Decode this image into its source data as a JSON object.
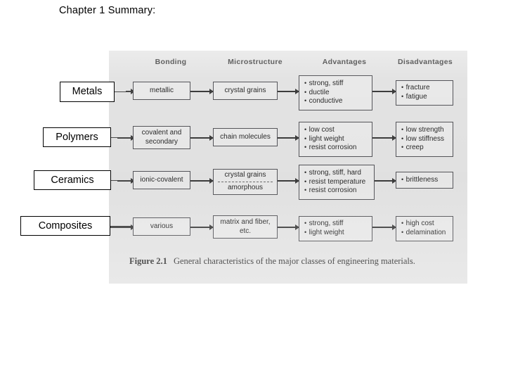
{
  "slide": {
    "title": "Chapter 1 Summary:"
  },
  "figure": {
    "caption_number": "Figure 2.1",
    "caption_text": "General characteristics of the major classes of engineering materials.",
    "columns": [
      {
        "id": "bonding",
        "label": "Bonding"
      },
      {
        "id": "microstructure",
        "label": "Microstructure"
      },
      {
        "id": "advantages",
        "label": "Advantages"
      },
      {
        "id": "disadvantages",
        "label": "Disadvantages"
      }
    ],
    "rows": [
      {
        "class_label": "Metals",
        "bonding": "metallic",
        "microstructure": "crystal grains",
        "advantages": [
          "strong, stiff",
          "ductile",
          "conductive"
        ],
        "disadvantages": [
          "fracture",
          "fatigue"
        ]
      },
      {
        "class_label": "Polymers",
        "bonding": "covalent and secondary",
        "bonding_line1": "covalent and",
        "bonding_line2": "secondary",
        "microstructure": "chain molecules",
        "advantages": [
          "low cost",
          "light weight",
          "resist corrosion"
        ],
        "disadvantages": [
          "low strength",
          "low stiffness",
          "creep"
        ]
      },
      {
        "class_label": "Ceramics",
        "bonding": "ionic-covalent",
        "microstructure_top": "crystal grains",
        "microstructure_bottom": "amorphous",
        "advantages": [
          "strong, stiff, hard",
          "resist temperature",
          "resist corrosion"
        ],
        "disadvantages": [
          "brittleness"
        ]
      },
      {
        "class_label": "Composites",
        "bonding": "various",
        "microstructure_line1": "matrix and fiber,",
        "microstructure_line2": "etc.",
        "advantages": [
          "strong, stiff",
          "light weight"
        ],
        "disadvantages": [
          "high cost",
          "delamination"
        ]
      }
    ]
  },
  "colors": {
    "page_background": "#ffffff",
    "panel_background": "#e3e3e3",
    "box_background": "#e9e9e9",
    "box_border": "#55555a",
    "text": "#2b2b2b",
    "header_text": "#3d3d3d",
    "label_border": "#000000"
  }
}
